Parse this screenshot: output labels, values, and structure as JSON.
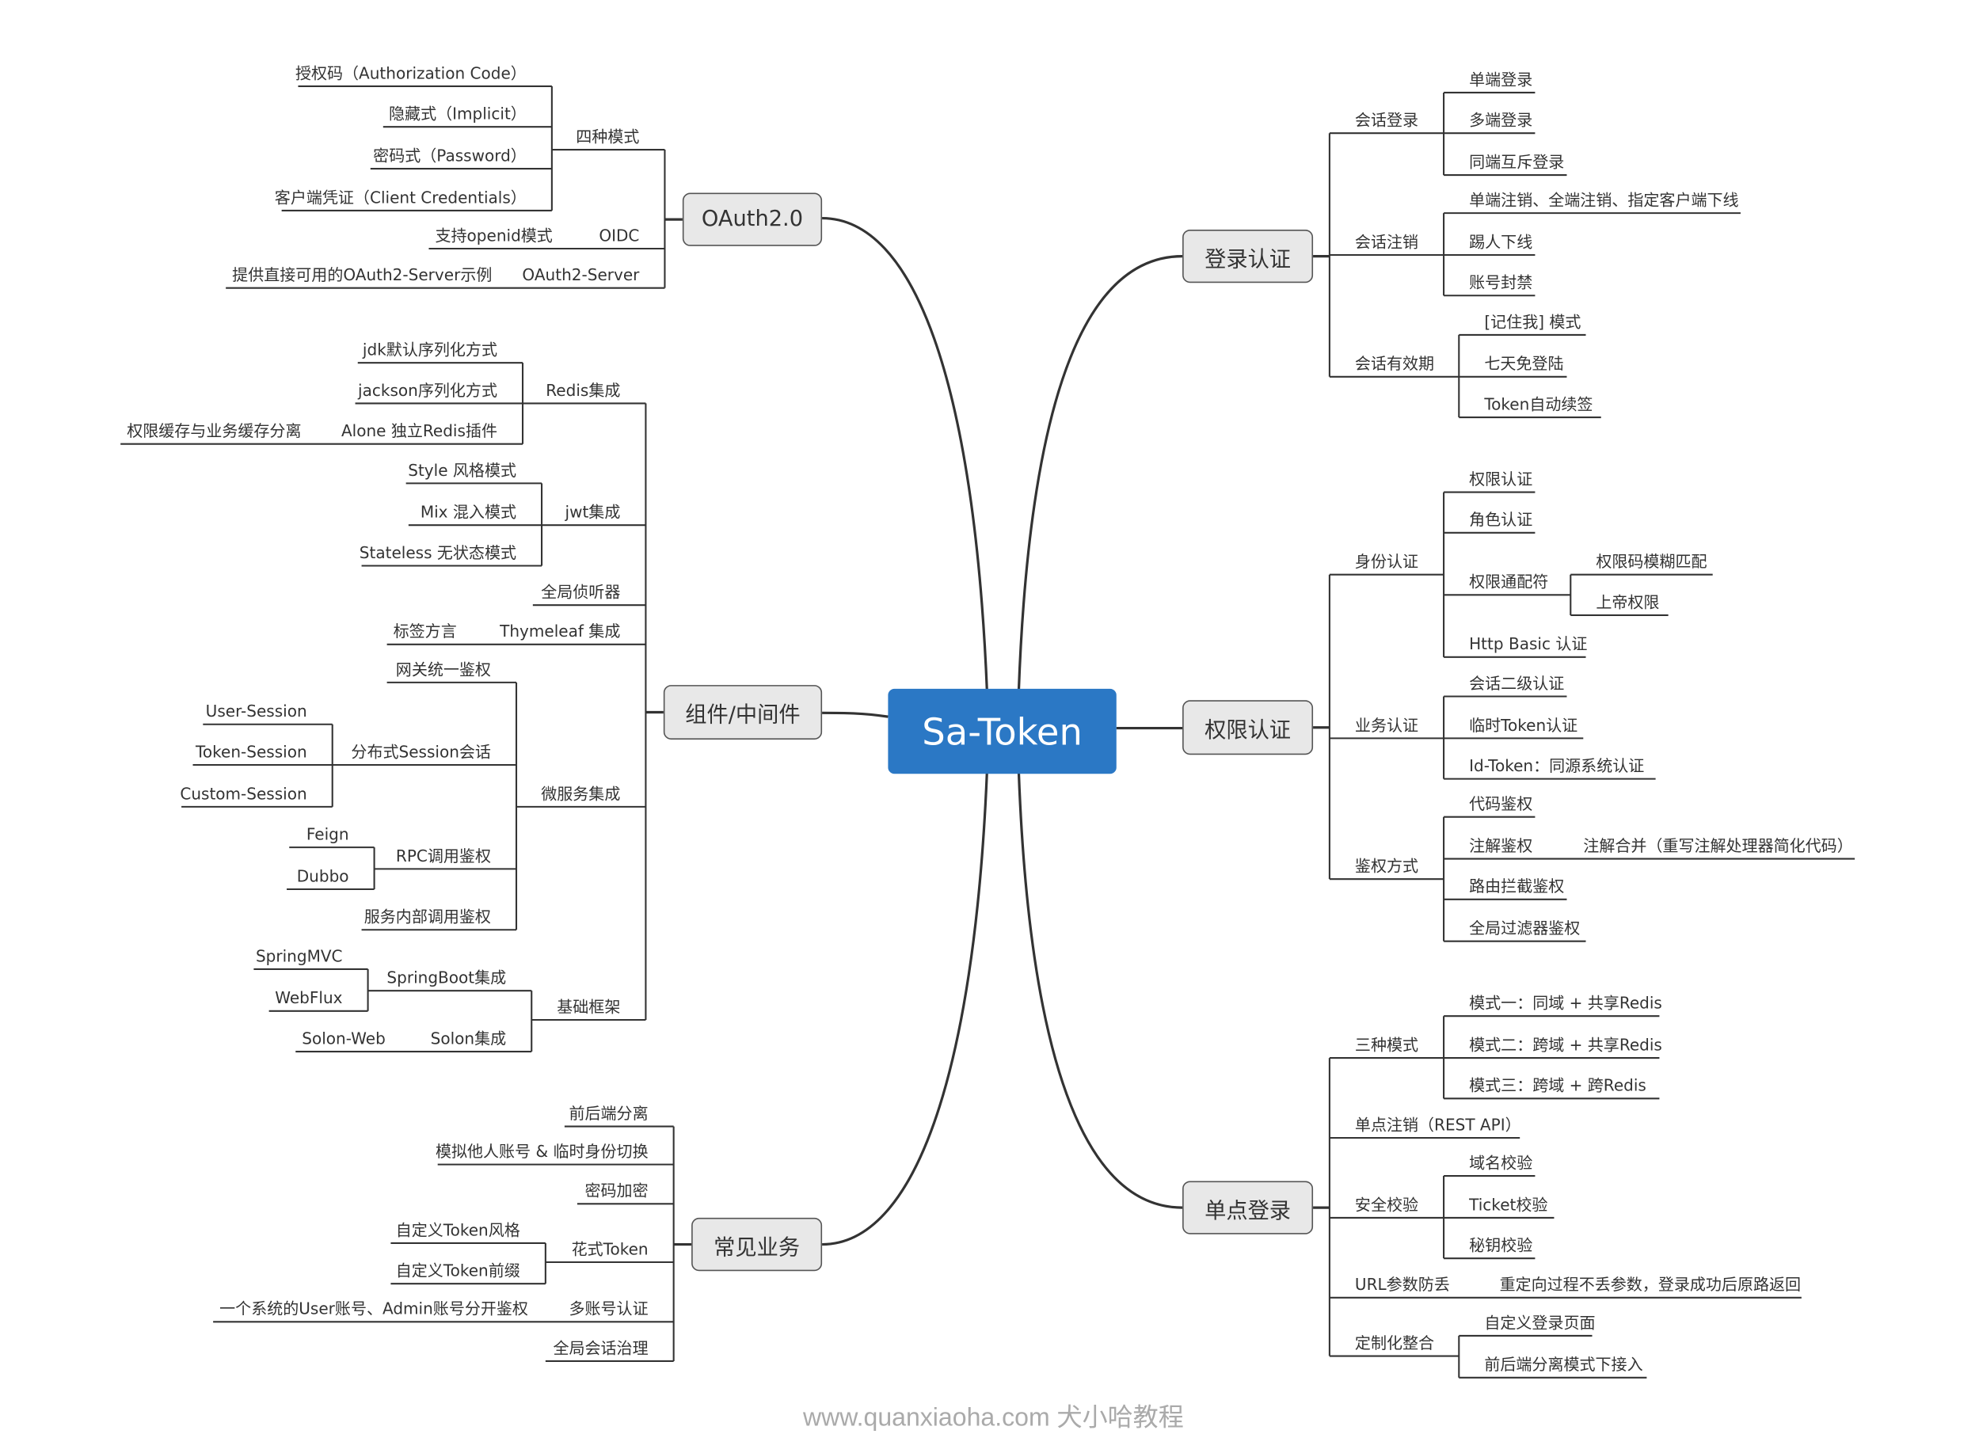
{
  "center": "Sa-Token",
  "watermark": "www.quanxiaoha.com 犬小哈教程",
  "branches": [
    {
      "label": "OAuth2.0",
      "children": [
        {
          "label": "四种模式",
          "children": [
            {
              "label": "授权码（Authorization Code）"
            },
            {
              "label": "隐藏式（Implicit）"
            },
            {
              "label": "密码式（Password）"
            },
            {
              "label": "客户端凭证（Client Credentials）"
            }
          ]
        },
        {
          "label": "OIDC",
          "note": "支持openid模式"
        },
        {
          "label": "OAuth2-Server",
          "note": "提供直接可用的OAuth2-Server示例"
        }
      ]
    },
    {
      "label": "组件/中间件",
      "children": [
        {
          "label": "Redis集成",
          "children": [
            {
              "label": "jdk默认序列化方式"
            },
            {
              "label": "jackson序列化方式"
            },
            {
              "label": "Alone 独立Redis插件",
              "note": "权限缓存与业务缓存分离"
            }
          ]
        },
        {
          "label": "jwt集成",
          "children": [
            {
              "label": "Style 风格模式"
            },
            {
              "label": "Mix 混入模式"
            },
            {
              "label": "Stateless 无状态模式"
            }
          ]
        },
        {
          "label": "全局侦听器"
        },
        {
          "label": "Thymeleaf 集成",
          "note": "标签方言"
        },
        {
          "label": "微服务集成",
          "children": [
            {
              "label": "网关统一鉴权"
            },
            {
              "label": "分布式Session会话",
              "children": [
                {
                  "label": "User-Session"
                },
                {
                  "label": "Token-Session"
                },
                {
                  "label": "Custom-Session"
                }
              ]
            },
            {
              "label": "RPC调用鉴权",
              "children": [
                {
                  "label": "Feign"
                },
                {
                  "label": "Dubbo"
                }
              ]
            },
            {
              "label": "服务内部调用鉴权"
            }
          ]
        },
        {
          "label": "基础框架",
          "children": [
            {
              "label": "SpringBoot集成",
              "children": [
                {
                  "label": "SpringMVC"
                },
                {
                  "label": "WebFlux"
                }
              ]
            },
            {
              "label": "Solon集成",
              "note": "Solon-Web"
            }
          ]
        }
      ]
    },
    {
      "label": "常见业务",
      "children": [
        {
          "label": "前后端分离"
        },
        {
          "label": "模拟他人账号 & 临时身份切换"
        },
        {
          "label": "密码加密"
        },
        {
          "label": "花式Token",
          "children": [
            {
              "label": "自定义Token风格"
            },
            {
              "label": "自定义Token前缀"
            }
          ]
        },
        {
          "label": "多账号认证",
          "note": "一个系统的User账号、Admin账号分开鉴权"
        },
        {
          "label": "全局会话治理"
        }
      ]
    },
    {
      "label": "登录认证",
      "children": [
        {
          "label": "会话登录",
          "children": [
            {
              "label": "单端登录"
            },
            {
              "label": "多端登录"
            },
            {
              "label": "同端互斥登录"
            }
          ]
        },
        {
          "label": "会话注销",
          "children": [
            {
              "label": "单端注销、全端注销、指定客户端下线"
            },
            {
              "label": "踢人下线"
            },
            {
              "label": "账号封禁"
            }
          ]
        },
        {
          "label": "会话有效期",
          "children": [
            {
              "label": "[记住我] 模式"
            },
            {
              "label": "七天免登陆"
            },
            {
              "label": "Token自动续签"
            }
          ]
        }
      ]
    },
    {
      "label": "权限认证",
      "children": [
        {
          "label": "身份认证",
          "children": [
            {
              "label": "权限认证"
            },
            {
              "label": "角色认证"
            },
            {
              "label": "权限通配符",
              "children": [
                {
                  "label": "权限码模糊匹配"
                },
                {
                  "label": "上帝权限"
                }
              ]
            },
            {
              "label": "Http Basic 认证"
            }
          ]
        },
        {
          "label": "业务认证",
          "children": [
            {
              "label": "会话二级认证"
            },
            {
              "label": "临时Token认证"
            },
            {
              "label": "Id-Token：同源系统认证"
            }
          ]
        },
        {
          "label": "鉴权方式",
          "children": [
            {
              "label": "代码鉴权"
            },
            {
              "label": "注解鉴权",
              "note": "注解合并（重写注解处理器简化代码）"
            },
            {
              "label": "路由拦截鉴权"
            },
            {
              "label": "全局过滤器鉴权"
            }
          ]
        }
      ]
    },
    {
      "label": "单点登录",
      "children": [
        {
          "label": "三种模式",
          "children": [
            {
              "label": "模式一：同域 + 共享Redis"
            },
            {
              "label": "模式二：跨域 + 共享Redis"
            },
            {
              "label": "模式三：跨域 + 跨Redis"
            }
          ]
        },
        {
          "label": "单点注销（REST API）"
        },
        {
          "label": "安全校验",
          "children": [
            {
              "label": "域名校验"
            },
            {
              "label": "Ticket校验"
            },
            {
              "label": "秘钥校验"
            }
          ]
        },
        {
          "label": "URL参数防丢",
          "note": "重定向过程不丢参数，登录成功后原路返回"
        },
        {
          "label": "定制化整合",
          "children": [
            {
              "label": "自定义登录页面"
            },
            {
              "label": "前后端分离模式下接入"
            }
          ]
        }
      ]
    }
  ]
}
